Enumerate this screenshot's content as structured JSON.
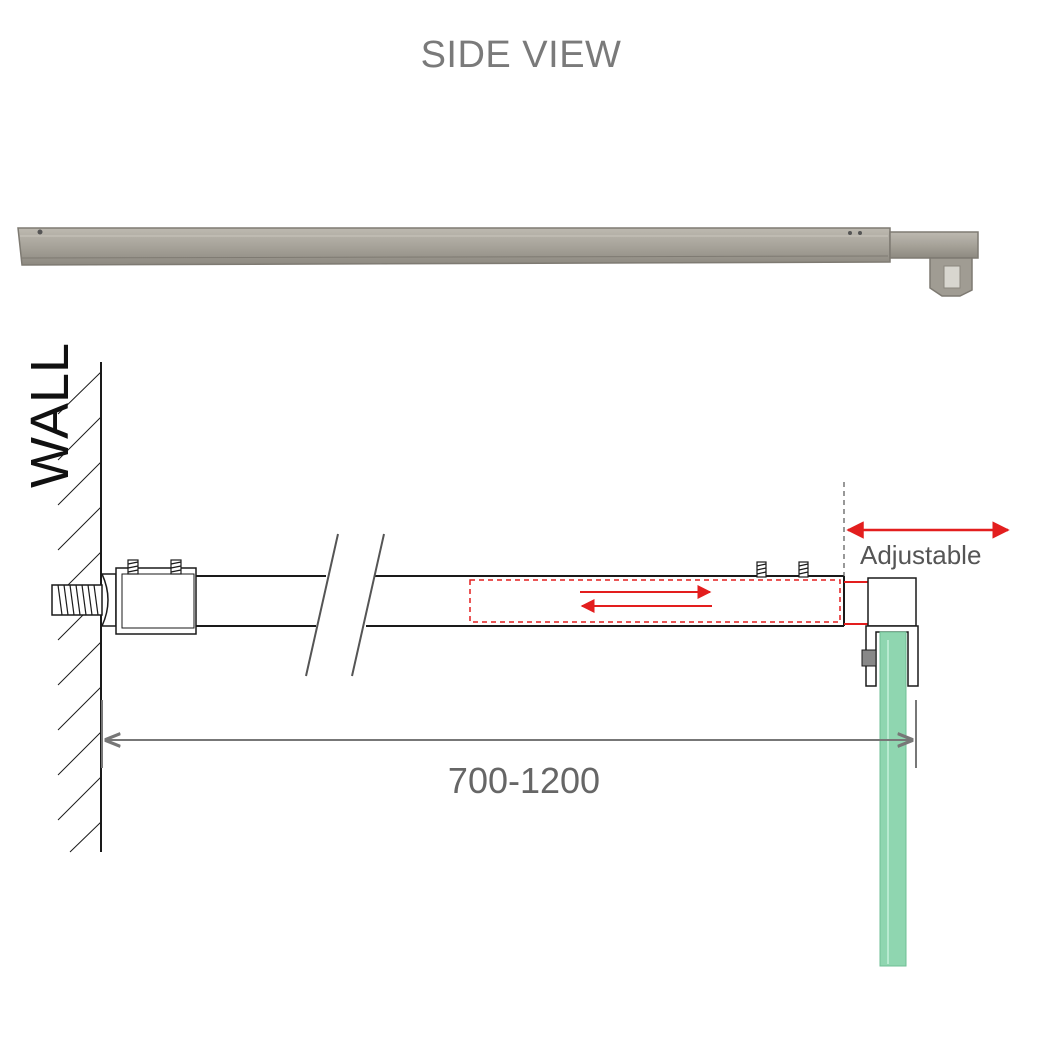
{
  "title": "SIDE VIEW",
  "wall_label": "WALL",
  "adjustable_label": "Adjustable",
  "dimension_label": "700-1200",
  "colors": {
    "steel": "#a8a49b",
    "steel_dark": "#7e7a72",
    "line": "#1a1a1a",
    "dimension": "#777777",
    "arrow_red": "#e31e1e",
    "glass": "#8fd6b0"
  }
}
